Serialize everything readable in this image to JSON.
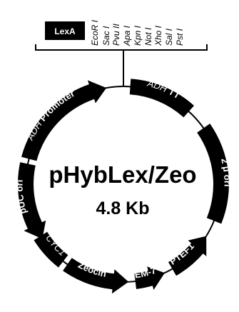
{
  "plasmid": {
    "name": "pHybLex/Zeo",
    "size": "4.8 Kb"
  },
  "mcs": {
    "tag": "LexA",
    "sites": [
      "EcoR I",
      "Sac I",
      "Pvu II",
      "Apa I",
      "Kpn I",
      "Not I",
      "Xho I",
      "Sal I",
      "Pst I"
    ]
  },
  "features": [
    {
      "id": "adh-promoter",
      "italic": "ADH",
      "label": " Promoter"
    },
    {
      "id": "adh-tt",
      "italic": "ADH",
      "label": " TT"
    },
    {
      "id": "two-micron-ori",
      "italic": "",
      "label": "2 μ ori"
    },
    {
      "id": "ptef1",
      "italic": "",
      "label": "PTEF1"
    },
    {
      "id": "pem7",
      "italic": "",
      "label": "PEM-7"
    },
    {
      "id": "zeocin",
      "italic": "",
      "label": "Zeocin"
    },
    {
      "id": "cyc1",
      "italic": "CYC1",
      "label": ""
    },
    {
      "id": "puc-ori",
      "italic": "",
      "label": "pUC ori"
    }
  ],
  "colors": {
    "feature": "#000000",
    "background": "#ffffff"
  }
}
